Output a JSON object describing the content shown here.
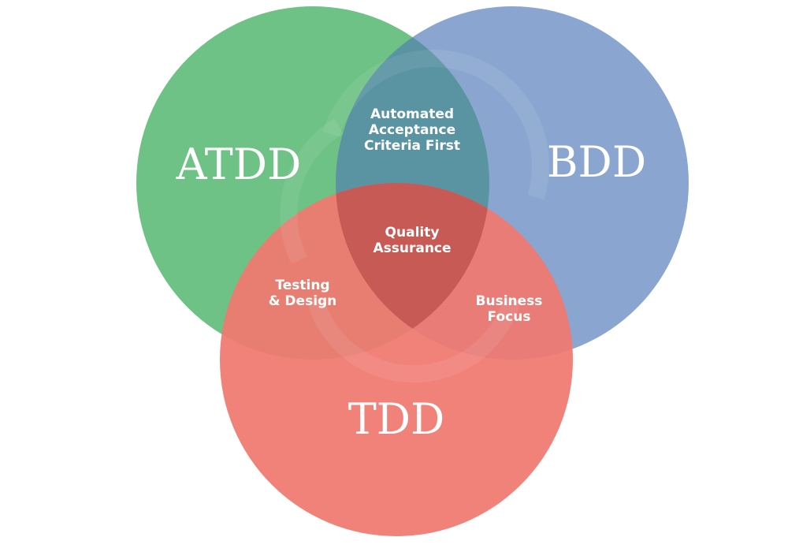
{
  "diagram": {
    "type": "venn",
    "sets": [
      {
        "id": "atdd",
        "label": "ATDD",
        "color": "#6fc286"
      },
      {
        "id": "bdd",
        "label": "BDD",
        "color": "#8aa6d0"
      },
      {
        "id": "tdd",
        "label": "TDD",
        "color": "#f07970"
      }
    ],
    "overlap_colors": {
      "atdd_bdd": "#5a94a2",
      "center": "#c75a55"
    },
    "intersections": {
      "atdd_bdd": [
        "Automated",
        "Acceptance",
        "Criteria First"
      ],
      "atdd_tdd": [
        "Testing",
        "& Design"
      ],
      "bdd_tdd": [
        "Business",
        "Focus"
      ],
      "all": [
        "Quality",
        "Assurance"
      ]
    }
  }
}
